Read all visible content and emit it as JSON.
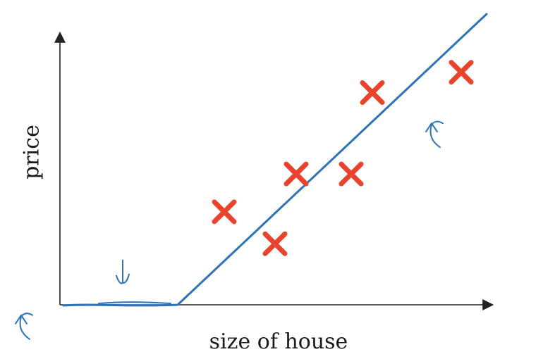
{
  "chart_data": {
    "type": "scatter",
    "title": "",
    "xlabel": "size of house",
    "ylabel": "price",
    "grid": false,
    "legend": "none",
    "xlim": [
      0,
      10
    ],
    "ylim": [
      0,
      10
    ],
    "points": [
      {
        "x": 3.8,
        "y": 3.2
      },
      {
        "x": 5.0,
        "y": 2.1
      },
      {
        "x": 5.5,
        "y": 4.5
      },
      {
        "x": 6.8,
        "y": 4.5
      },
      {
        "x": 7.3,
        "y": 7.3
      },
      {
        "x": 9.4,
        "y": 8.0
      }
    ],
    "fit_line": {
      "type": "relu",
      "hinge_x": 2.7,
      "x_end": 10.0,
      "y_end": 10.0
    },
    "annotations": [
      {
        "symbol": "down-arrow",
        "x": 1.4,
        "y": 1.0
      },
      {
        "symbol": "curved-up-arrow",
        "x": 8.8,
        "y": 6.0
      },
      {
        "symbol": "curved-up-arrow",
        "x": -0.9,
        "y": -0.6
      }
    ],
    "colors": {
      "points": "#e8432c",
      "fit_line": "#2d72b8",
      "axes": "#222222",
      "label_text": "#1a1a1a"
    }
  }
}
